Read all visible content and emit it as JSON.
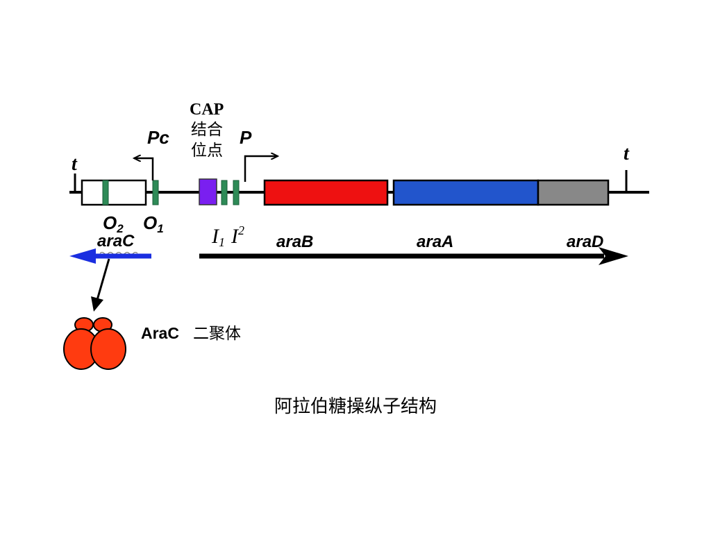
{
  "diagram": {
    "terminator_left": "t",
    "terminator_right": "t",
    "promoter_c": "Pc",
    "promoter_bad": "P",
    "cap_site": {
      "line1": "CAP",
      "line2": "结合",
      "line3": "位点"
    },
    "operators": {
      "o2": "O",
      "o2_sub": "2",
      "o1": "O",
      "o1_sub": "1"
    },
    "initiators": {
      "i1": "I",
      "i1_sub": "1",
      "i2": "I",
      "i2_sub": "2"
    },
    "genes": [
      {
        "name": "araB",
        "color": "#ee1111"
      },
      {
        "name": "araA",
        "color": "#2255cc"
      },
      {
        "name": "araD",
        "color": "#888888"
      }
    ],
    "regulator_gene": {
      "name": "araC",
      "arrow_color": "#1a2ee0"
    },
    "protein": {
      "name": "AraC",
      "desc": "二聚体",
      "color": "#ff3b10"
    },
    "cap_box_color": "#7a1ff0",
    "operator_color": "#2e8b57"
  },
  "caption": "阿拉伯糖操纵子结构"
}
